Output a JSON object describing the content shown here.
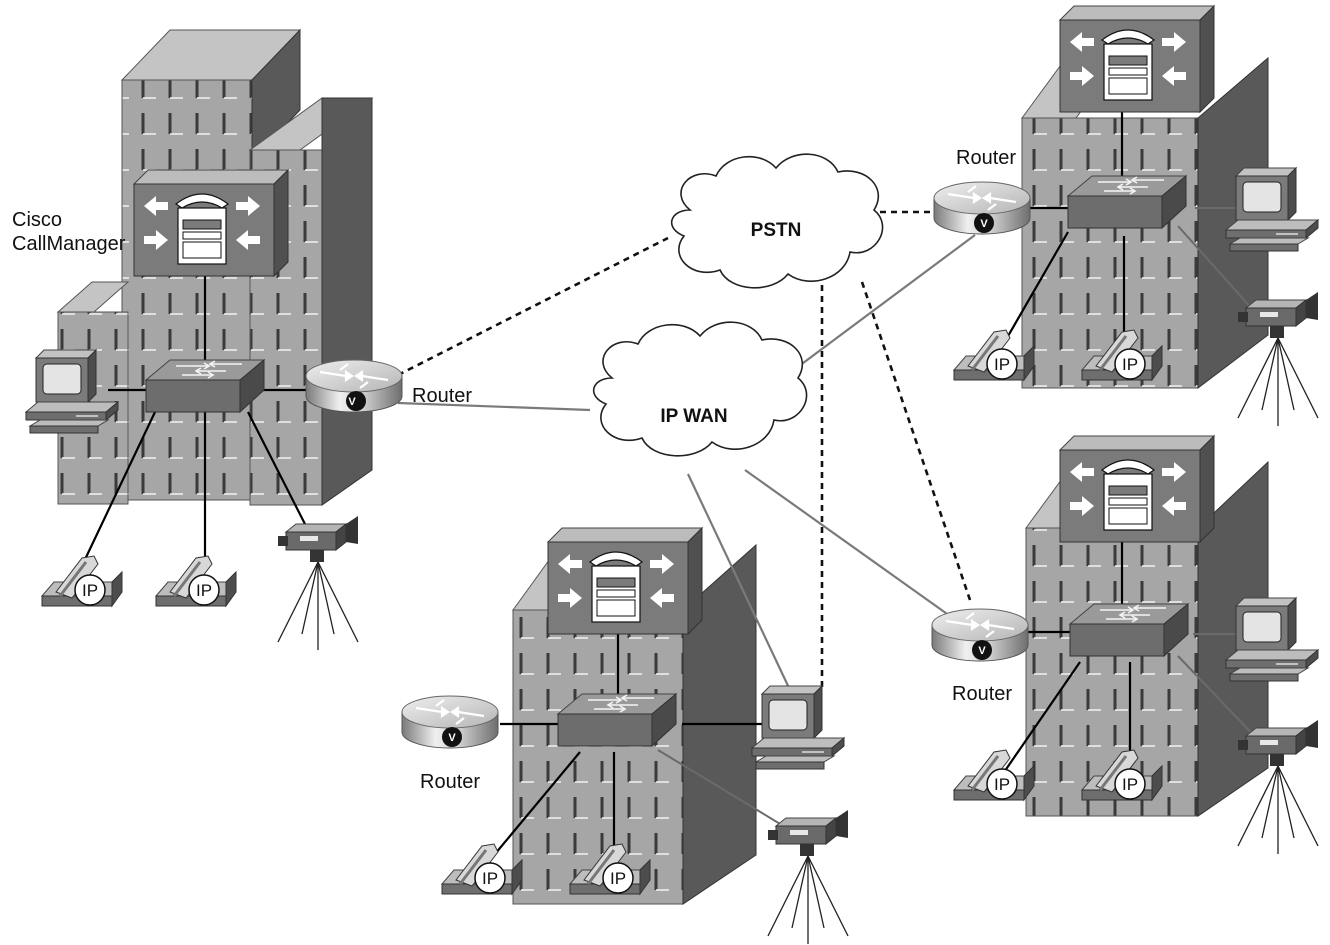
{
  "labels": {
    "callmanager_line1": "Cisco",
    "callmanager_line2": "CallManager",
    "router": "Router",
    "pstn": "PSTN",
    "ipwan": "IP WAN",
    "ip_phone": "IP",
    "voice_badge": "V"
  },
  "colors": {
    "building_front": "#a6a6a6",
    "building_side": "#595959",
    "building_top": "#c4c4c4",
    "window": "#3a3a3a",
    "device": "#7d7d7d",
    "wan_link": "#7a7a7a",
    "lan_link": "#000000"
  }
}
